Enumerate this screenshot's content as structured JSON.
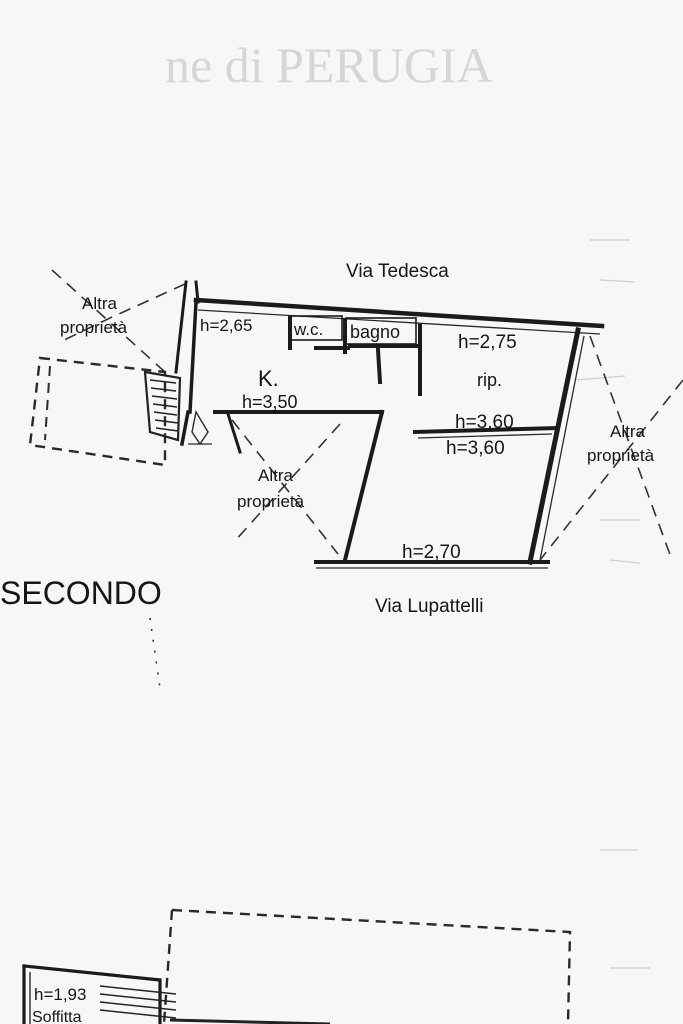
{
  "plan": {
    "header_faint": "ne di PERUGIA",
    "street_top": "Via Tedesca",
    "street_bottom": "Via Lupattelli",
    "floor_label": "SECONDO",
    "other_property": {
      "left_line1": "Altra",
      "left_line2": "proprietà",
      "center_line1": "Altra",
      "center_line2": "proprietà",
      "right_line1": "Altra",
      "right_line2": "proprietà"
    },
    "rooms": {
      "h_265": "h=2,65",
      "wc": "w.c.",
      "bagno": "bagno",
      "h_275": "h=2,75",
      "rip": "rip.",
      "k": "K.",
      "h_350": "h=3,50",
      "h_360_a": "h=3,60",
      "h_360_b": "h=3,60",
      "h_270": "h=2,70"
    },
    "lower_plan": {
      "h_193": "h=1,93",
      "soffitta": "Soffitta"
    }
  }
}
